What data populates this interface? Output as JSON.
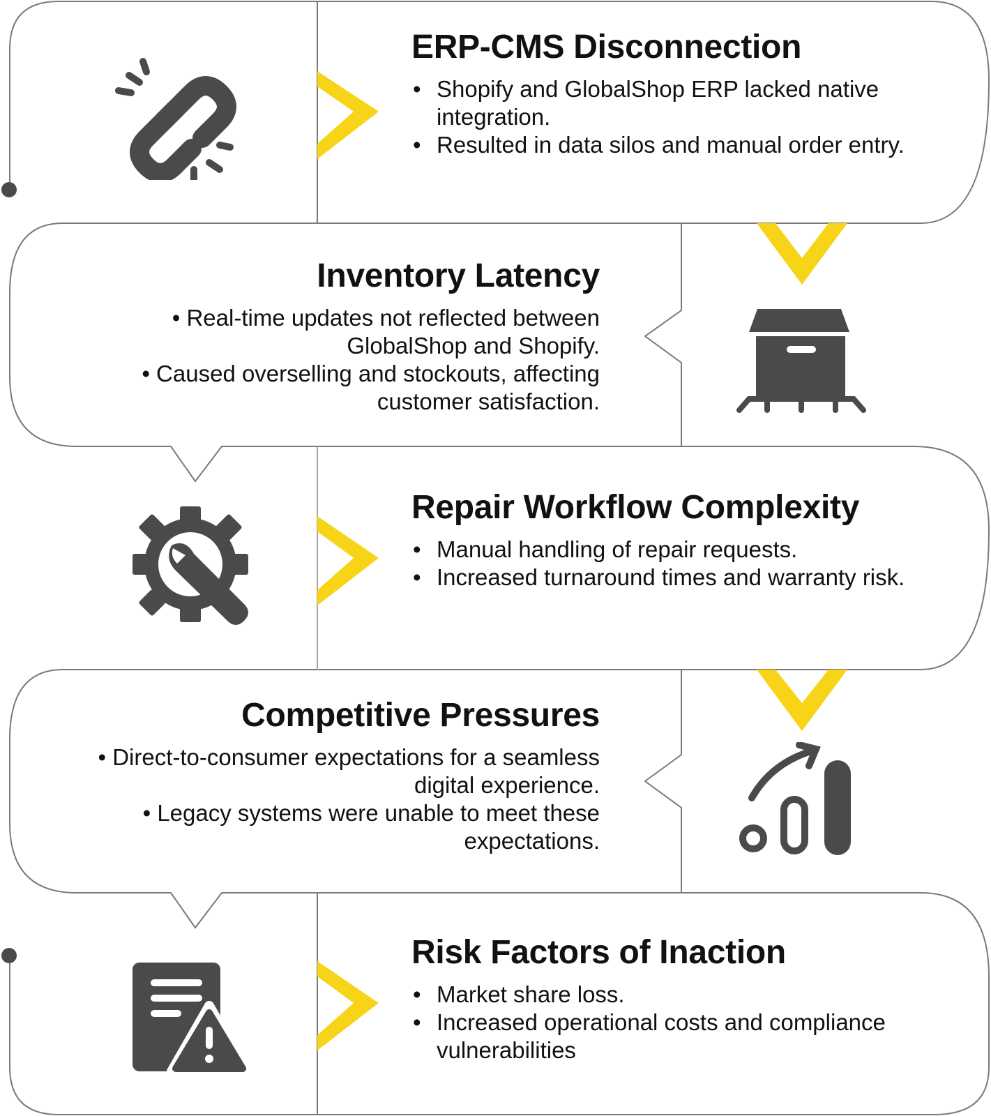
{
  "sections": [
    {
      "title": "ERP-CMS Disconnection",
      "icon": "broken-link-icon",
      "bullets": [
        "Shopify and GlobalShop ERP lacked native integration.",
        "Resulted in data silos and manual order entry."
      ]
    },
    {
      "title": "Inventory Latency",
      "icon": "inventory-box-pallet-icon",
      "bullets": [
        "Real-time updates not reflected between GlobalShop and Shopify.",
        "Caused overselling and stockouts, affecting customer satisfaction."
      ]
    },
    {
      "title": "Repair Workflow Complexity",
      "icon": "gear-wrench-icon",
      "bullets": [
        "Manual handling of repair requests.",
        "Increased turnaround times and warranty risk."
      ]
    },
    {
      "title": "Competitive Pressures",
      "icon": "growth-chart-icon",
      "bullets": [
        "Direct-to-consumer expectations for a seamless digital experience.",
        "Legacy systems were unable to meet these expectations."
      ]
    },
    {
      "title": "Risk Factors of Inaction",
      "icon": "document-warning-icon",
      "bullets": [
        "Market share loss.",
        "Increased operational costs and compliance vulnerabilities"
      ]
    }
  ],
  "colors": {
    "accent": "#F7D417",
    "line": "#7A7A7A",
    "icon": "#4A4A4A",
    "text": "#111111"
  }
}
